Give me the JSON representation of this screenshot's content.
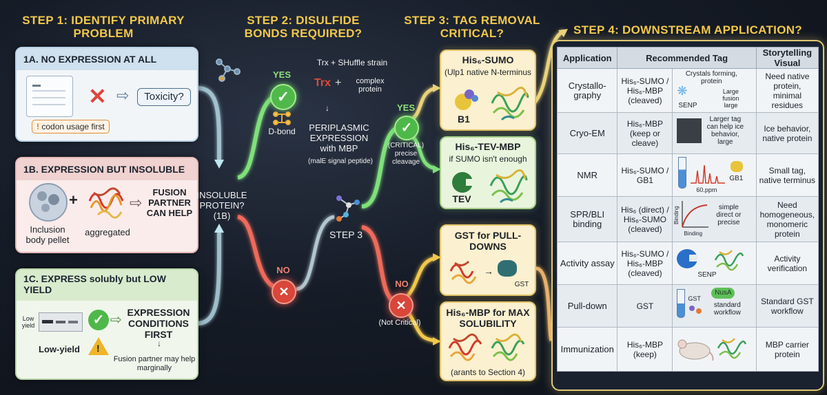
{
  "step1": {
    "title": "STEP 1: IDENTIFY PRIMARY PROBLEM",
    "c1a": {
      "title": "1A. NO EXPRESSION AT ALL",
      "toxicity": "Toxicity?",
      "codon": "codon usage first"
    },
    "c1b": {
      "title": "1B. EXPRESSION BUT INSOLUBLE",
      "pellet": "Inclusion body pellet",
      "aggregated": "aggregated",
      "fusion": "FUSION PARTNER CAN HELP"
    },
    "c1c": {
      "title": "1C. EXPRESS solubly but LOW YIELD",
      "low_yield_tag": "Low yield",
      "low_yield": "Low-yield",
      "conditions": "EXPRESSION CONDITIONS FIRST",
      "fusion_note": "Fusion partner may help marginally"
    }
  },
  "insoluble": "INSOLUBLE PROTEIN? (1B)",
  "step2": {
    "title": "STEP 2: DISULFIDE BONDS REQUIRED?",
    "yes": "YES",
    "no": "NO",
    "dbond": "D-bond",
    "strain": "Trx + SHuffle strain",
    "trx": "Trx",
    "complex": "complex protein",
    "periplasmic": "PERIPLASMIC EXPRESSION with MBP",
    "signal": "(malE signal peptide)",
    "step3": "STEP 3"
  },
  "step3": {
    "title": "STEP 3: TAG REMOVAL CRITICAL?",
    "yes": "YES",
    "critical": "(CRITICAL) precise cleavage",
    "no": "NO",
    "not_critical": "(Not Critical)",
    "sumo_title": "His₆-SUMO",
    "sumo_sub": "(Ulp1 native N-terminus",
    "b1": "B1",
    "tev_title": "His₆-TEV-MBP",
    "tev_sub": "if SUMO isn't enough",
    "tev": "TEV",
    "gst_title": "GST for PULL-DOWNS",
    "gst": "GST",
    "mbp_title": "His₆-MBP for MAX SOLUBILITY",
    "mbp_sub": "(arants to Section 4)"
  },
  "step4": {
    "title": "STEP 4: DOWNSTREAM APPLICATION?",
    "headers": [
      "Application",
      "Recommended Tag",
      "Storytelling Visual"
    ],
    "rows": [
      {
        "app": "Crystallo-graphy",
        "tag": "His₆-SUMO / His₆-MBP (cleaved)",
        "visual": [
          "Crystals forming, protein",
          "Large fusion large",
          "SENP"
        ],
        "story": "Need native protein, minimal residues"
      },
      {
        "app": "Cryo-EM",
        "tag": "His₆-MBP (keep or cleave)",
        "visual": [
          "Larger tag can help ice behavior, large"
        ],
        "story": "Ice behavior, native protein"
      },
      {
        "app": "NMR",
        "tag": "His₆-SUMO / GB1",
        "visual": [
          "60.ppm",
          "GB1"
        ],
        "story": "Small tag, native terminus"
      },
      {
        "app": "SPR/BLI binding",
        "tag": "His₆ (direct) / His₆-SUMO (cleaved)",
        "visual": [
          "simple direct or precise",
          "Binding",
          "Binding"
        ],
        "story": "Need homogeneous, monomeric protein"
      },
      {
        "app": "Activity assay",
        "tag": "His₆-SUMO / His₆-MBP (cleaved)",
        "visual": [
          "SENP"
        ],
        "story": "Activity verification"
      },
      {
        "app": "Pull-down",
        "tag": "GST",
        "visual": [
          "GST",
          "NusA",
          "standard workflow"
        ],
        "story": "Standard GST workflow"
      },
      {
        "app": "Immunization",
        "tag": "His₆-MBP (keep)",
        "visual": [],
        "story": "MBP carrier protein"
      }
    ]
  },
  "colors": {
    "gold": "#f2c84b",
    "green": "#6fd36a",
    "red": "#e0554a"
  }
}
